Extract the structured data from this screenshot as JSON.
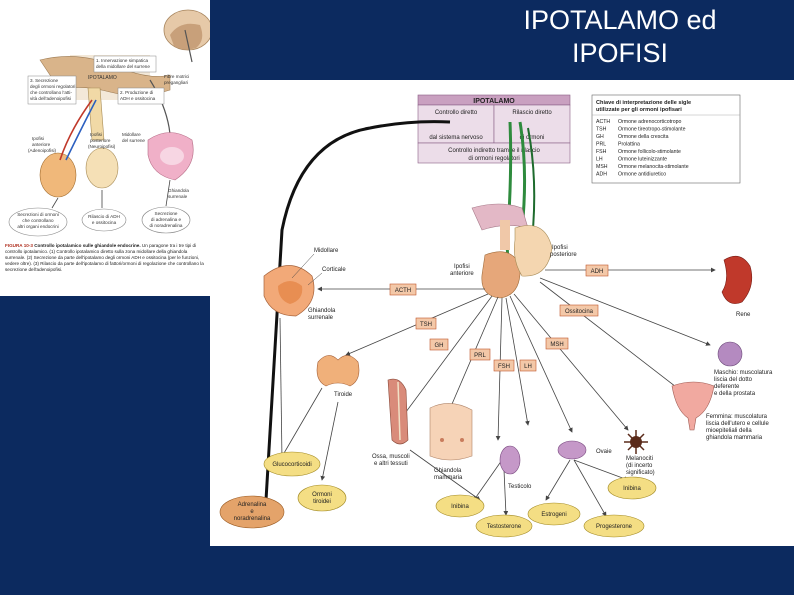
{
  "slide": {
    "title_line1": "IPOTALAMO ed",
    "title_line2": "IPOFISI"
  },
  "left_figure": {
    "box1": [
      "1. Innervazione simpatica",
      "della midollare del surrene"
    ],
    "box2": [
      "2. Produzione di",
      "ADH e ossitocina"
    ],
    "box3": [
      "3. Secrezione",
      "degli ormoni regolatori",
      "che controllano l'atti-",
      "vità dell'adenoipofisi"
    ],
    "fibre_label": [
      "Fibre motrici",
      "pregangliari"
    ],
    "ipotalamo_label": "IPOTALAMO",
    "ipofisi_ant": [
      "Ipofisi",
      "anteriore",
      "(Adenoipofisi)"
    ],
    "ipofisi_post": [
      "Ipofisi",
      "posteriore",
      "(Neuroipofisi)"
    ],
    "midollare": [
      "Midollare",
      "del surrene"
    ],
    "ghiandola_surrenale": [
      "Ghiandola",
      "surrenale"
    ],
    "out1": [
      "Secrezioni di ormoni",
      "che controllano",
      "altri organi endocrini"
    ],
    "out2": [
      "Rilascio di ADH",
      "e ossitocina"
    ],
    "out3": [
      "Secrezione",
      "di adrenalina e",
      "di noradrenalina"
    ],
    "caption_title": "FIGURA 10-3",
    "caption_bold": "Controllo ipotalamico sulle ghiandole endocrine.",
    "caption_text": "Un paragone tra i tre tipi di controllo ipotalamico. (1) Controllo ipotalamico diretto sulla zona midollare della ghiandola surrenale. (2) Secrezione da parte dell'ipotalamo degli ormoni ADH e ossitocina (per le funzioni, vedere oltre). (3) Rilascio da parte dell'ipotalamo di fattori/ormoni di regolazione che controllano la secrezione dell'adenoipofisi."
  },
  "main_figure": {
    "ipotalamo_header": "IPOTALAMO",
    "controllo_diretto": [
      "Controllo diretto",
      "dal sistema nervoso"
    ],
    "rilascio_diretto": [
      "Rilascio diretto",
      "di ormoni"
    ],
    "controllo_indiretto": [
      "Controllo indiretto tramite il rilascio",
      "di ormoni regolatori"
    ],
    "legend_title": [
      "Chiave di interpretazione delle sigle",
      "utilizzate per gli ormoni ipofisari"
    ],
    "legend": [
      {
        "abbr": "ACTH",
        "name": "Ormone adrenocorticotropo"
      },
      {
        "abbr": "TSH",
        "name": "Ormone tireotropo-stimolante"
      },
      {
        "abbr": "GH",
        "name": "Ormone della crescita"
      },
      {
        "abbr": "PRL",
        "name": "Prolattina"
      },
      {
        "abbr": "FSH",
        "name": "Ormone follicolo-stimolante"
      },
      {
        "abbr": "LH",
        "name": "Ormone luteinizzante"
      },
      {
        "abbr": "MSH",
        "name": "Ormone melanocita-stimolante"
      },
      {
        "abbr": "ADH",
        "name": "Ormone antidiuretico"
      }
    ],
    "ipofisi_anteriore": [
      "Ipofisi",
      "anteriore"
    ],
    "ipofisi_posteriore": [
      "Ipofisi",
      "posteriore"
    ],
    "midollare": "Midollare",
    "corticale": "Corticale",
    "ghiandola_surrenale": [
      "Ghiandola",
      "surrenale"
    ],
    "tags": {
      "acth": "ACTH",
      "adh": "ADH",
      "tsh": "TSH",
      "gh": "GH",
      "prl": "PRL",
      "fsh": "FSH",
      "lh": "LH",
      "msh": "MSH",
      "ossitocina": "Ossitocina"
    },
    "targets": {
      "rene": "Rene",
      "tiroide": "Tiroide",
      "ossa": [
        "Ossa, muscoli",
        "e altri tessuti"
      ],
      "ghiandola_mammaria": [
        "Ghiandola",
        "mammaria"
      ],
      "testicolo": "Testicolo",
      "ovaie": "Ovaie",
      "melanociti": [
        "Melanociti",
        "(di incerto",
        "significato)"
      ],
      "maschio": [
        "Maschio: muscolatura",
        "liscia del dotto",
        "deferente",
        "e della prostata"
      ],
      "femmina": [
        "Femmina: muscolatura",
        "liscia dell'utero e cellule",
        "mioepiteliali della",
        "ghiandola mammaria"
      ]
    },
    "outputs": {
      "glucocorticoidi": "Glucocorticoidi",
      "adrenalina": [
        "Adrenalina",
        "e",
        "noradrenalina"
      ],
      "ormoni_tiroidei": [
        "Ormoni",
        "tiroidei"
      ],
      "inibina1": "Inibina",
      "testosterone": "Testosterone",
      "estrogeni": "Estrogeni",
      "progesterone": "Progesterone",
      "inibina2": "Inibina"
    },
    "colors": {
      "tag_fill": "#f3c8a8",
      "tag_stroke": "#c0582c",
      "output_fill": "#f4de84",
      "header_fill": "#d6b6cf",
      "nerve_black": "#111111",
      "nerve_green": "#2e8b3d"
    }
  }
}
